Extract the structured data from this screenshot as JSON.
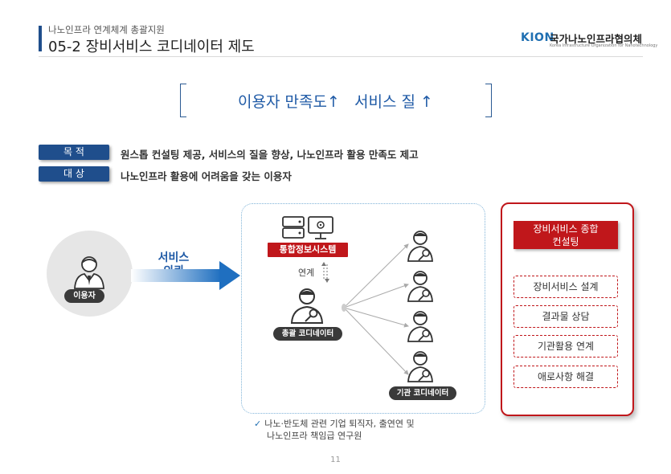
{
  "header": {
    "subtitle": "나노인프라 연계체계 총괄지원",
    "title": "05-2 장비서비스 코디네이터 제도",
    "logo_kion": "KION",
    "logo_name": "국가나노인프라협의체",
    "logo_en": "Korea Infrastructure Organization for Nanotechnology"
  },
  "headline": "이용자 만족도↑   서비스 질 ↑",
  "purpose": {
    "label": "목 적",
    "text": "원스톱 컨설팅 제공, 서비스의 질을 향상, 나노인프라 활용 만족도 제고"
  },
  "target": {
    "label": "대 상",
    "text": "나노인프라 활용에 어려움을 갖는 이용자"
  },
  "diagram": {
    "user_label": "이용자",
    "request_line1": "서비스",
    "request_line2": "의뢰",
    "system_label": "통합정보시스템",
    "link_label": "연계",
    "general_coordinator": "총괄 코디네이터",
    "institution_coordinator": "기관 코디네이터",
    "note_line1": "나노·반도체 관련 기업 퇴직자, 출연연 및",
    "note_line2": "나노인프라 책임급 연구원"
  },
  "consulting": {
    "title_line1": "장비서비스 종합",
    "title_line2": "컨설팅",
    "items": [
      "장비서비스 설계",
      "결과물 상담",
      "기관활용 연계",
      "애로사항 해결"
    ]
  },
  "page_number": "11",
  "colors": {
    "navy": "#1f4e8c",
    "blue": "#1f5aa6",
    "red": "#c0171b",
    "dark": "#3a3a3a"
  },
  "icons": [
    "user-icon",
    "server-icon",
    "monitor-icon",
    "coordinator-icon",
    "key-icon",
    "arrow-right-icon",
    "double-arrow-icon",
    "check-icon"
  ]
}
